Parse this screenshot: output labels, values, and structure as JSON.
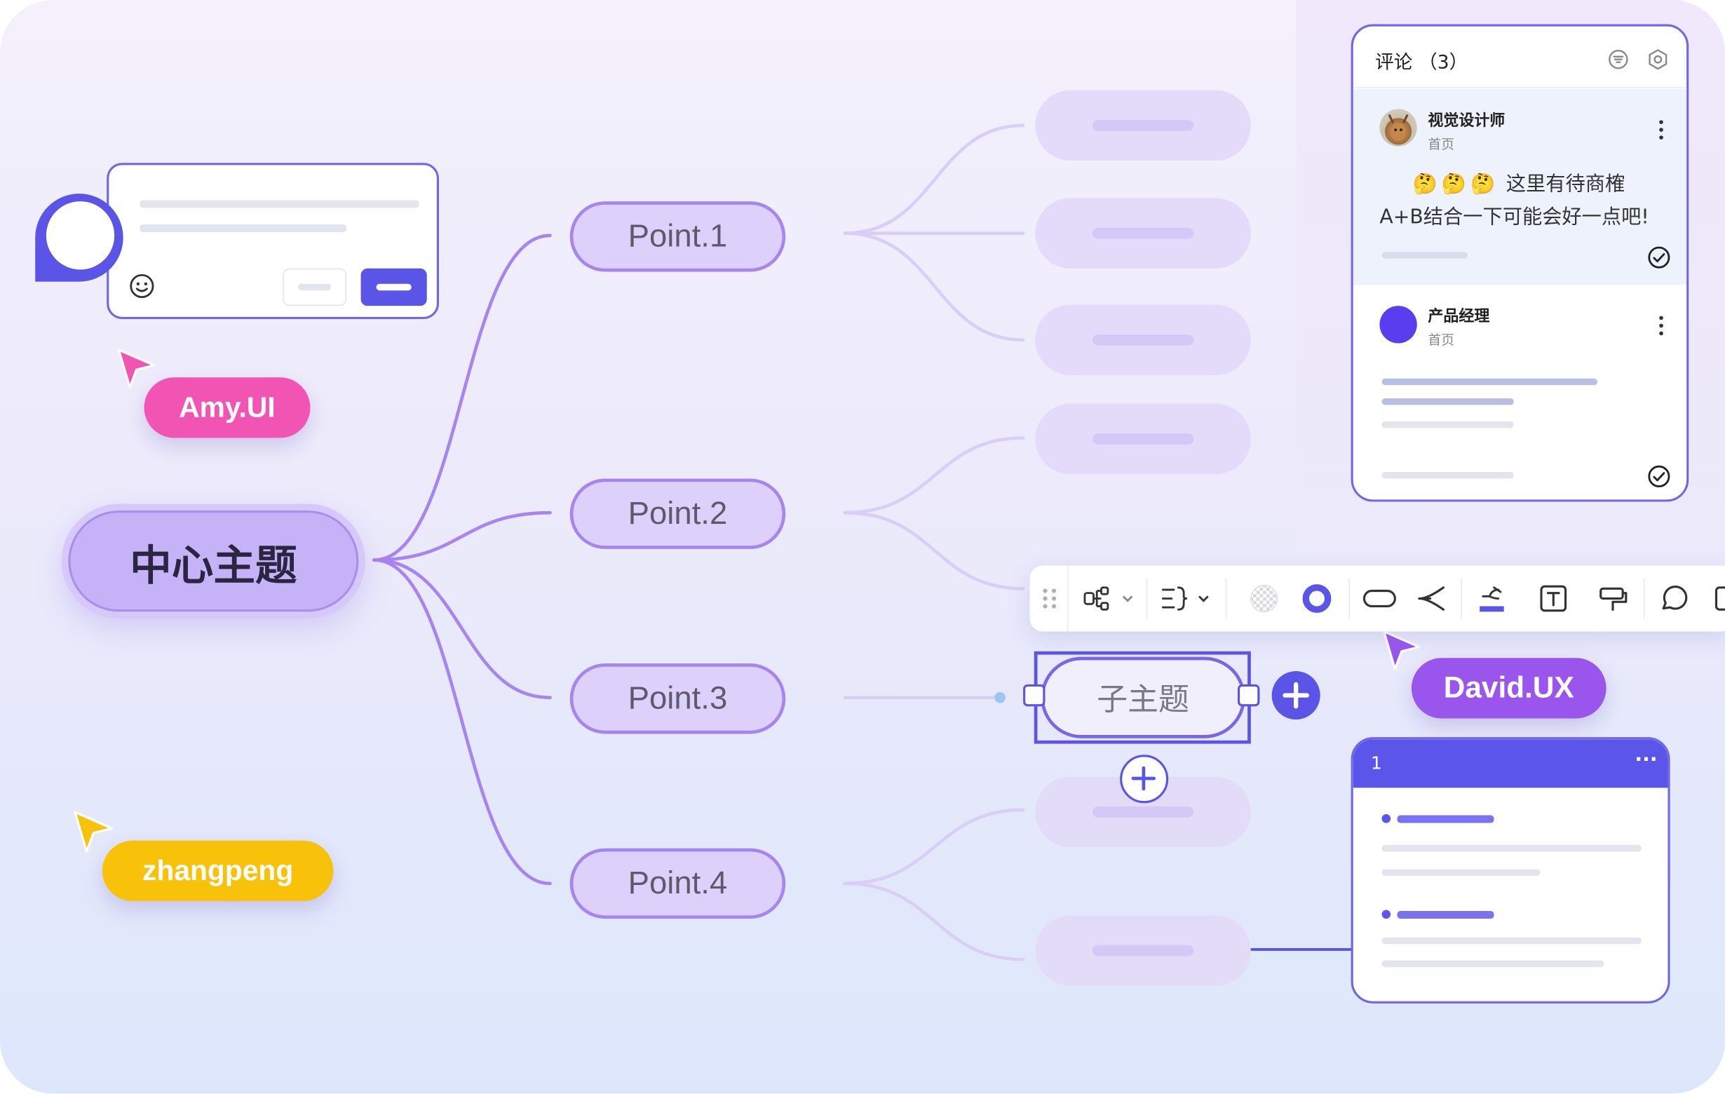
{
  "mindmap": {
    "center": "中心主题",
    "points": [
      "Point.1",
      "Point.2",
      "Point.3",
      "Point.4"
    ],
    "subtopic": "子主题"
  },
  "cursors": [
    {
      "name": "Amy.UI",
      "color": "#f154b3"
    },
    {
      "name": "zhangpeng",
      "color": "#f8c10a"
    },
    {
      "name": "David.UX",
      "color": "#9a55ec"
    }
  ],
  "comments": {
    "title": "评论 （3）",
    "items": [
      {
        "author": "视觉设计师",
        "location": "首页",
        "emojis": "🤔🤔🤔",
        "text_line1": "这里有待商榷",
        "text_line2": "A+B结合一下可能会好一点吧!"
      },
      {
        "author": "产品经理",
        "location": "首页"
      }
    ]
  },
  "note_card": {
    "header": "1",
    "menu": "···"
  },
  "colors": {
    "accent": "#5a55e6",
    "branch": "#a784ef",
    "point_fill": "#ddd0fb",
    "center_fill": "#c6b2f7",
    "amy": "#f154b3",
    "zhangpeng": "#f8c10a",
    "david": "#9a55ec"
  },
  "toolbar": {
    "icons": [
      "drag-handle-icon",
      "layout-icon",
      "structure-icon",
      "fill-transparent-icon",
      "border-color-icon",
      "shape-icon",
      "branch-style-icon",
      "line-color-icon",
      "text-icon",
      "format-painter-icon",
      "comment-icon",
      "more-icon"
    ]
  }
}
